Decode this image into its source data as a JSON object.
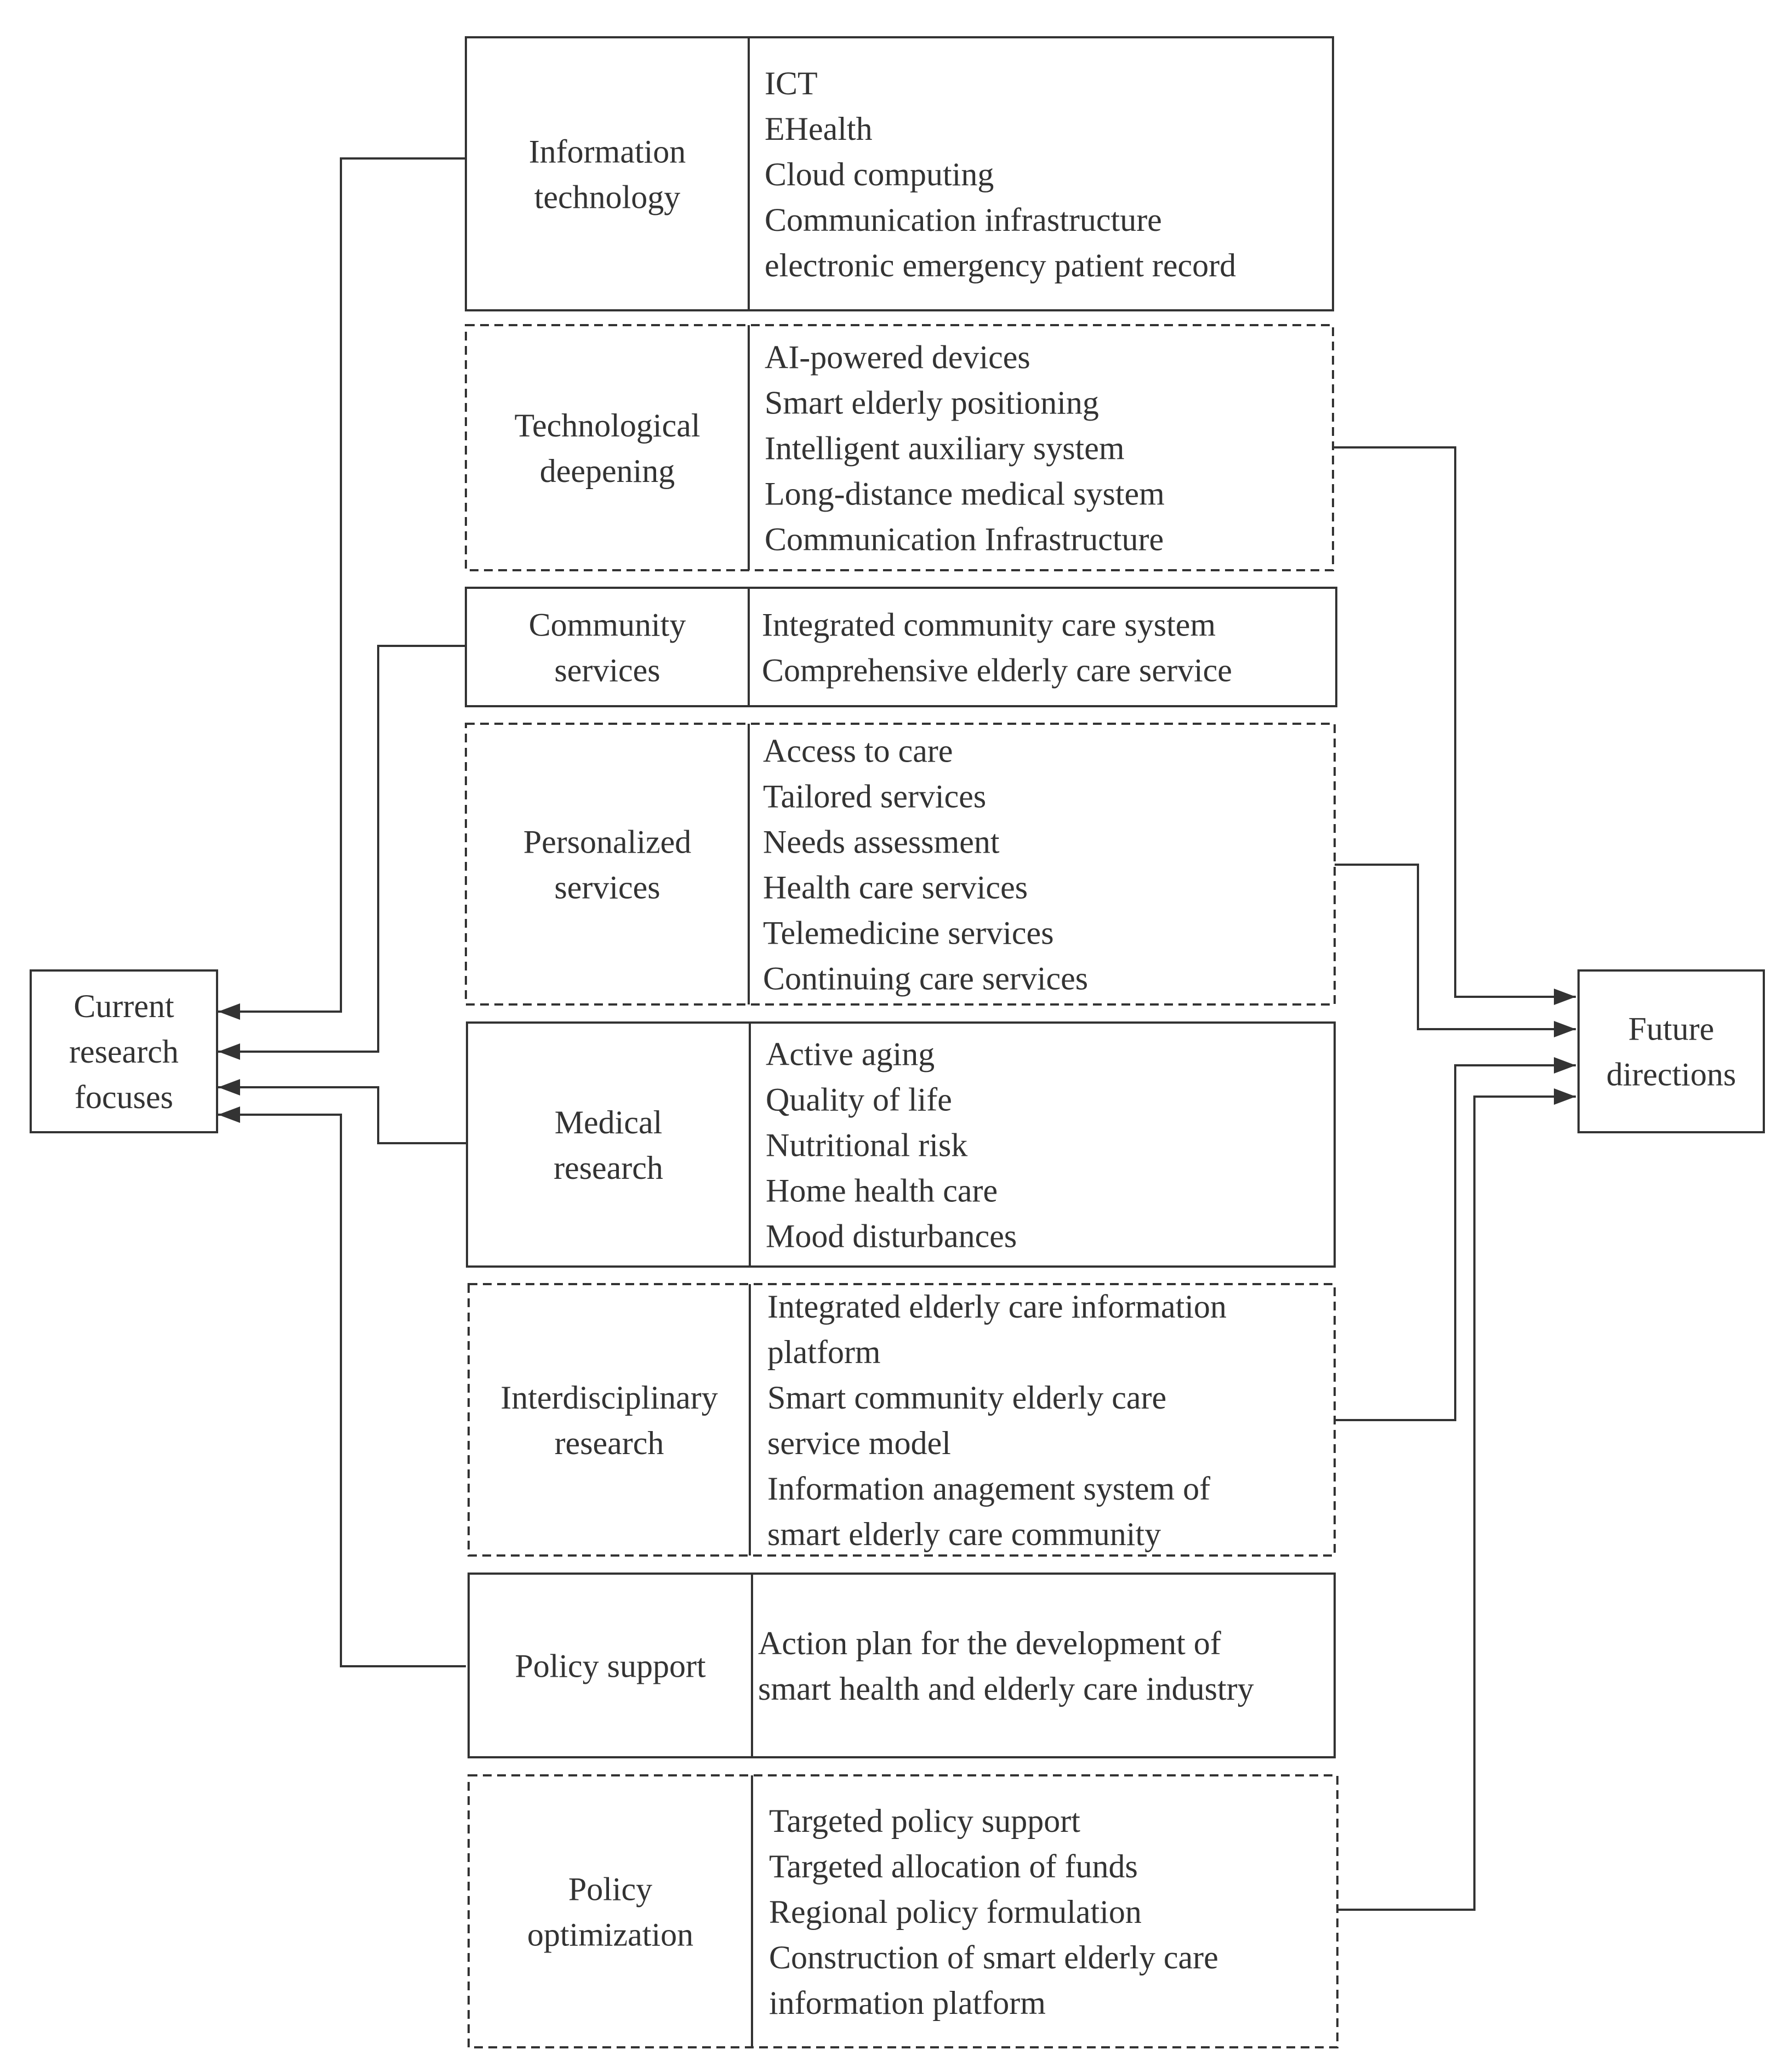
{
  "colors": {
    "stroke": "#333333",
    "text": "#333333",
    "background": "#ffffff"
  },
  "left_node": {
    "label": [
      "Current",
      "research",
      "focuses"
    ]
  },
  "right_node": {
    "label": [
      "Future",
      "directions"
    ]
  },
  "rows": [
    {
      "id": "information-technology",
      "style": "solid",
      "category": [
        "Information",
        "technology"
      ],
      "items": [
        "ICT",
        "EHealth",
        "Cloud computing",
        "Communication infrastructure",
        "electronic emergency patient record"
      ]
    },
    {
      "id": "technological-deepening",
      "style": "dashed",
      "category": [
        "Technological",
        "deepening"
      ],
      "items": [
        "AI-powered devices",
        "Smart elderly positioning",
        "Intelligent auxiliary system",
        "Long-distance medical system",
        "Communication Infrastructure"
      ]
    },
    {
      "id": "community-services",
      "style": "solid",
      "category": [
        "Community",
        "services"
      ],
      "items": [
        "Integrated community care system",
        "Comprehensive elderly care service"
      ]
    },
    {
      "id": "personalized-services",
      "style": "dashed",
      "category": [
        "Personalized",
        "services"
      ],
      "items": [
        "Access to care",
        "Tailored services",
        "Needs assessment",
        "Health care services",
        "Telemedicine services",
        "Continuing care services"
      ]
    },
    {
      "id": "medical-research",
      "style": "solid",
      "category": [
        "Medical",
        "research"
      ],
      "items": [
        "Active aging",
        "Quality of life",
        "Nutritional risk",
        "Home health care",
        "Mood disturbances"
      ]
    },
    {
      "id": "interdisciplinary-research",
      "style": "dashed",
      "category": [
        "Interdisciplinary",
        "research"
      ],
      "items": [
        "Integrated elderly care information",
        "platform",
        "Smart community elderly care",
        "service model",
        "Information anagement system of",
        "smart elderly care community"
      ]
    },
    {
      "id": "policy-support",
      "style": "solid",
      "category": [
        "Policy support"
      ],
      "items": [
        "Action plan for the development of",
        "smart health and elderly care industry"
      ]
    },
    {
      "id": "policy-optimization",
      "style": "dashed",
      "category": [
        "Policy",
        "optimization"
      ],
      "items": [
        "Targeted policy support",
        "Targeted allocation of funds",
        "Regional policy formulation",
        "Construction of smart elderly care",
        "information platform"
      ]
    }
  ]
}
